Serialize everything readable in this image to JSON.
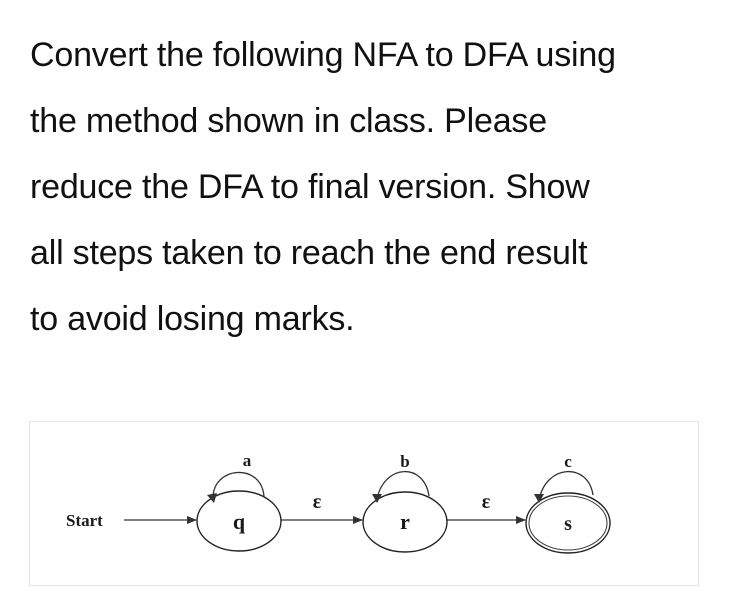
{
  "question": {
    "lines": [
      "Convert the following NFA to DFA using",
      "the method shown in class. Please",
      "reduce the DFA to final version. Show",
      "all steps taken to reach the end result",
      "to avoid losing marks."
    ]
  },
  "diagram": {
    "type": "NFA state diagram",
    "start_label": "Start",
    "states": [
      {
        "id": "q",
        "label": "q",
        "start": true,
        "accepting": false
      },
      {
        "id": "r",
        "label": "r",
        "start": false,
        "accepting": false
      },
      {
        "id": "s",
        "label": "s",
        "start": false,
        "accepting": true
      }
    ],
    "transitions": [
      {
        "from": "q",
        "to": "q",
        "label": "a"
      },
      {
        "from": "q",
        "to": "r",
        "label": "ε"
      },
      {
        "from": "r",
        "to": "r",
        "label": "b"
      },
      {
        "from": "r",
        "to": "s",
        "label": "ε"
      },
      {
        "from": "s",
        "to": "s",
        "label": "c"
      }
    ],
    "colors": {
      "stroke": "#222222",
      "border": "#e4e4e4",
      "text": "#111111"
    }
  }
}
